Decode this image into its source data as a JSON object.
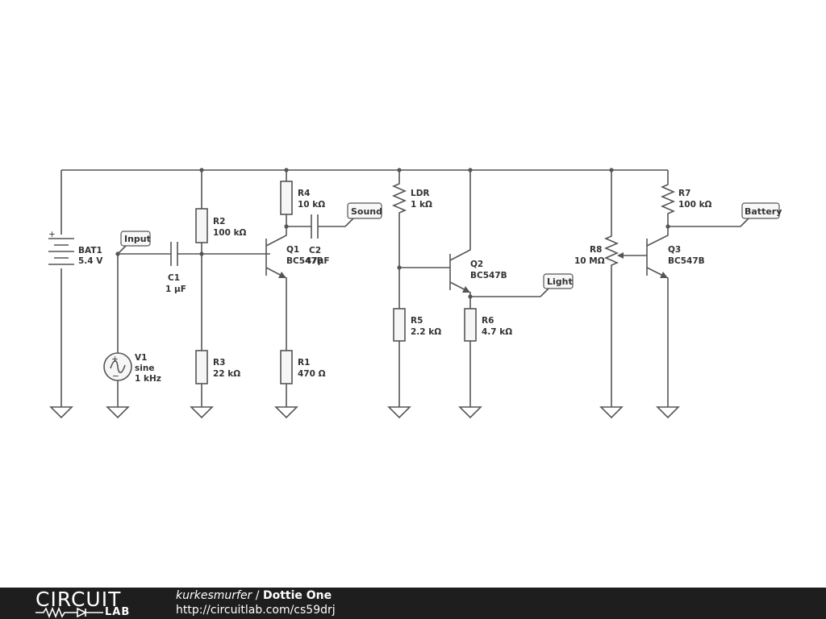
{
  "schematic": {
    "components": {
      "BAT1": {
        "name": "BAT1",
        "value": "5.4 V"
      },
      "V1": {
        "name": "V1",
        "type": "sine",
        "value": "1 kHz"
      },
      "C1": {
        "name": "C1",
        "value": "1 µF"
      },
      "R2": {
        "name": "R2",
        "value": "100 kΩ"
      },
      "R3": {
        "name": "R3",
        "value": "22 kΩ"
      },
      "R4": {
        "name": "R4",
        "value": "10 kΩ"
      },
      "Q1": {
        "name": "Q1",
        "value": "BC547B"
      },
      "C2": {
        "name": "C2",
        "value": "47µF"
      },
      "R1": {
        "name": "R1",
        "value": "470 Ω"
      },
      "LDR": {
        "name": "LDR",
        "value": "1 kΩ"
      },
      "R5": {
        "name": "R5",
        "value": "2.2 kΩ"
      },
      "Q2": {
        "name": "Q2",
        "value": "BC547B"
      },
      "R6": {
        "name": "R6",
        "value": "4.7 kΩ"
      },
      "R8": {
        "name": "R8",
        "value": "10 MΩ"
      },
      "R7": {
        "name": "R7",
        "value": "100 kΩ"
      },
      "Q3": {
        "name": "Q3",
        "value": "BC547B"
      }
    },
    "flags": {
      "input": "Input",
      "sound": "Sound",
      "light": "Light",
      "battery": "Battery"
    }
  },
  "footer": {
    "logo_top": "CIRCUIT",
    "logo_bottom": "LAB",
    "author": "kurkesmurfer",
    "separator": " / ",
    "title": "Dottie One",
    "url": "http://circuitlab.com/cs59drj"
  }
}
